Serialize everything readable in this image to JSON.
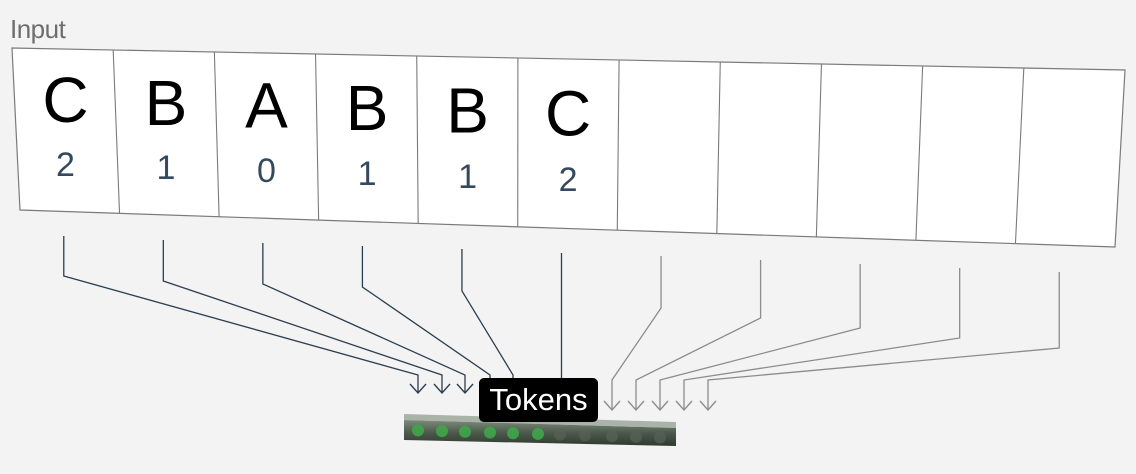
{
  "input_label": "Input",
  "tokens_label": "Tokens",
  "cells": [
    {
      "letter": "C",
      "index": "2"
    },
    {
      "letter": "B",
      "index": "1"
    },
    {
      "letter": "A",
      "index": "0"
    },
    {
      "letter": "B",
      "index": "1"
    },
    {
      "letter": "B",
      "index": "1"
    },
    {
      "letter": "C",
      "index": "2"
    },
    {
      "letter": "",
      "index": ""
    },
    {
      "letter": "",
      "index": ""
    },
    {
      "letter": "",
      "index": ""
    },
    {
      "letter": "",
      "index": ""
    },
    {
      "letter": "",
      "index": ""
    }
  ],
  "colors": {
    "active_line": "#2c3e50",
    "inactive_line": "#8c8c8c",
    "grid": "#7a7a7a",
    "led_on": "#3fa54a",
    "bar": "#4a5a4a"
  }
}
